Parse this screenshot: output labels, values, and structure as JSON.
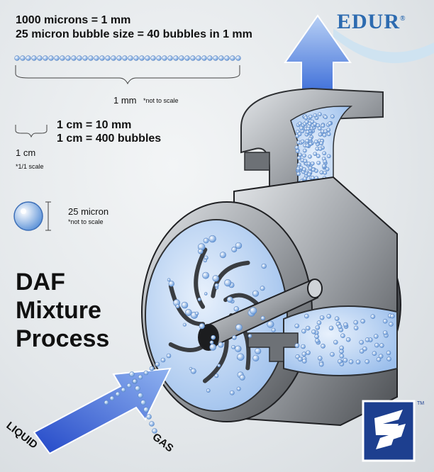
{
  "header": {
    "line1": "1000 microns = 1 mm",
    "line2": "25 micron bubble size = 40 bubbles in 1 mm"
  },
  "scale_mm": {
    "label": "1 mm",
    "note": "*not to scale",
    "bubble_count": 40
  },
  "scale_cm": {
    "eq1": "1 cm = 10 mm",
    "eq2": "1 cm = 400 bubbles",
    "label": "1 cm",
    "note": "*1/1 scale"
  },
  "scale_micron": {
    "label": "25 micron",
    "note": "*not to scale"
  },
  "title": {
    "line1": "DAF",
    "line2": "Mixture",
    "line3": "Process"
  },
  "inlets": {
    "liquid": "LIQUID",
    "gas": "GAS"
  },
  "brand": {
    "name": "EDUR",
    "reg": "®",
    "tm": "TM"
  },
  "colors": {
    "pump_metal": "#8a8e92",
    "pump_dark": "#2b2d30",
    "pump_light": "#d3d6d9",
    "fluid_blue": "#a9c8ee",
    "bubble_blue": "#4f89d6",
    "arrow_blue": "#3b6fd8",
    "brand_blue": "#1d3f8f"
  },
  "icons": {
    "flow_arrow": "arrow-up-icon",
    "bubble": "bubble-icon",
    "brand_logo": "sp-logo-icon"
  }
}
